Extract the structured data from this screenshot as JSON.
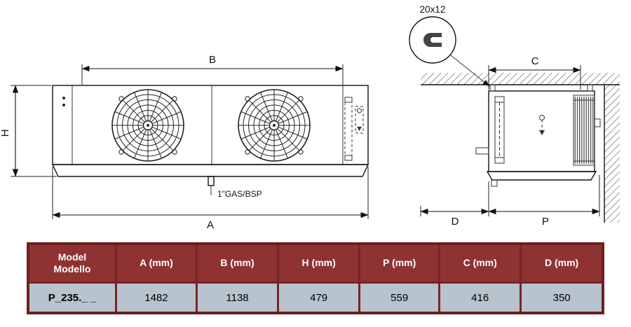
{
  "drawing": {
    "front": {
      "dim_b": "B",
      "dim_h": "H",
      "dim_a": "A",
      "drain_label": "1\"GAS/BSP"
    },
    "side": {
      "dim_c": "C",
      "dim_d": "D",
      "dim_p": "P",
      "detail_label": "20x12"
    }
  },
  "table": {
    "header": {
      "model_line1": "Model",
      "model_line2": "Modello",
      "cols": [
        "A (mm)",
        "B (mm)",
        "H (mm)",
        "P (mm)",
        "C (mm)",
        "D (mm)"
      ]
    },
    "row": {
      "model": "P_235._ _",
      "values": [
        "1482",
        "1138",
        "479",
        "559",
        "416",
        "350"
      ]
    },
    "colors": {
      "header_bg": "#8e3332",
      "row_bg": "#b7c3cd",
      "border": "#7a2423"
    }
  }
}
